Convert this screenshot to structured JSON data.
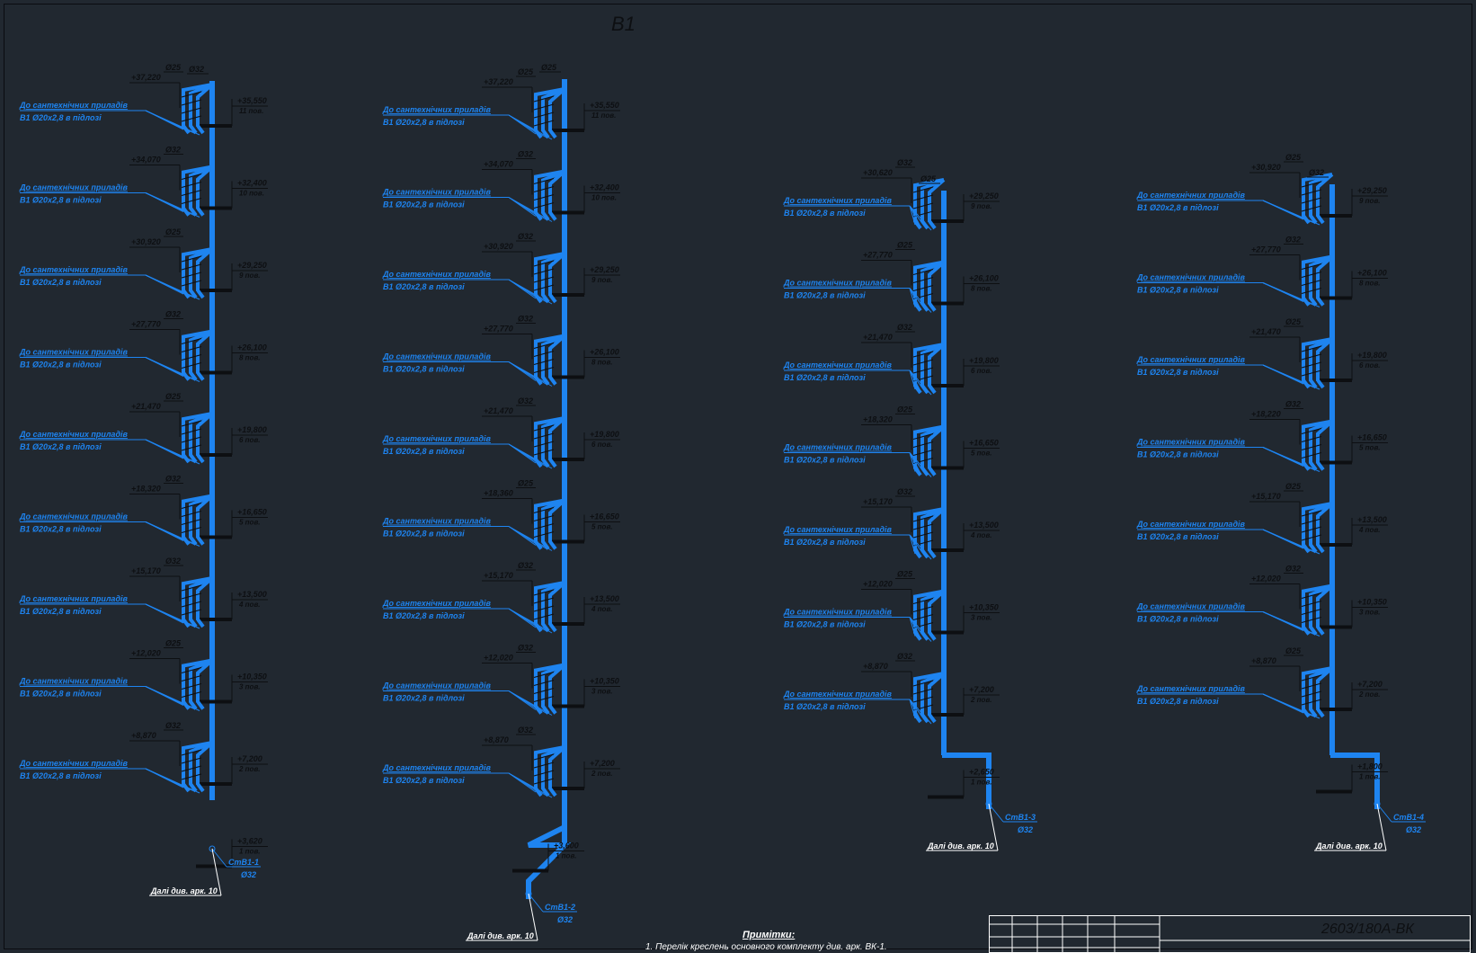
{
  "sheet": {
    "title": "В1",
    "doc_code": "2603/180А-ВК",
    "notes_title": "Примітки:",
    "notes_line1": "1. Перелік креслень основного комплекту див. арк. ВК-1."
  },
  "labels": {
    "branch_line1": "До сантехнічних приладів",
    "branch_line2": "В1 Ø20х2,8 в підлозі",
    "continue_text": "Далі див. арк. 10"
  },
  "colors": {
    "background": "#212830",
    "pipe": "#1e84f0",
    "ink": "#0d0f12",
    "white": "#ffffff"
  },
  "risers": [
    {
      "name": "СтВ1-1",
      "diameter": "Ø32",
      "top_dia": "Ø32",
      "elev_left": [
        "+37,220",
        "+34,070",
        "+30,920",
        "+27,770",
        "+21,470",
        "+18,320",
        "+15,170",
        "+12,020",
        "+8,870"
      ],
      "floors": [
        {
          "elev": "+35,550",
          "floor": "11 пов."
        },
        {
          "elev": "+32,400",
          "floor": "10 пов."
        },
        {
          "elev": "+29,250",
          "floor": "9 пов."
        },
        {
          "elev": "+26,100",
          "floor": "8 пов."
        },
        {
          "elev": "+19,800",
          "floor": "6 пов."
        },
        {
          "elev": "+16,650",
          "floor": "5 пов."
        },
        {
          "elev": "+13,500",
          "floor": "4 пов."
        },
        {
          "elev": "+10,350",
          "floor": "3 пов."
        },
        {
          "elev": "+7,200",
          "floor": "2 пов."
        },
        {
          "elev": "+3,620",
          "floor": "1 пов."
        }
      ],
      "dias": [
        "Ø25",
        "Ø32",
        "Ø25",
        "Ø32",
        "Ø25",
        "Ø32",
        "Ø32"
      ]
    },
    {
      "name": "СтВ1-2",
      "diameter": "Ø32",
      "top_dia": "Ø25",
      "elev_left": [
        "+37,220",
        "+34,070",
        "+30,920",
        "+27,770",
        "+21,470",
        "+18,360",
        "+15,170",
        "+12,020",
        "+8,870"
      ],
      "floors": [
        {
          "elev": "+35,550",
          "floor": "11 пов."
        },
        {
          "elev": "+32,400",
          "floor": "10 пов."
        },
        {
          "elev": "+29,250",
          "floor": "9 пов."
        },
        {
          "elev": "+26,100",
          "floor": "8 пов."
        },
        {
          "elev": "+19,800",
          "floor": "6 пов."
        },
        {
          "elev": "+16,650",
          "floor": "5 пов."
        },
        {
          "elev": "+13,500",
          "floor": "4 пов."
        },
        {
          "elev": "+10,350",
          "floor": "3 пов."
        },
        {
          "elev": "+7,200",
          "floor": "2 пов."
        },
        {
          "elev": "+3,600",
          "floor": "1 пов."
        }
      ],
      "dias": [
        "Ø25",
        "Ø32",
        "Ø32",
        "Ø32",
        "Ø32"
      ]
    },
    {
      "name": "СтВ1-3",
      "diameter": "Ø32",
      "top_dia": "Ø25",
      "elev_right": [
        "+30,620",
        "+27,770",
        "+21,470",
        "+18,320",
        "+15,170",
        "+12,020",
        "+8,870"
      ],
      "floors": [
        {
          "elev": "+29,250",
          "floor": "9 пов."
        },
        {
          "elev": "+26,100",
          "floor": "8 пов."
        },
        {
          "elev": "+19,800",
          "floor": "6 пов."
        },
        {
          "elev": "+16,650",
          "floor": "5 пов."
        },
        {
          "elev": "+13,500",
          "floor": "4 пов."
        },
        {
          "elev": "+10,350",
          "floor": "3 пов."
        },
        {
          "elev": "+7,200",
          "floor": "2 пов."
        },
        {
          "elev": "+2,650",
          "floor": "1 пов."
        }
      ],
      "dias": [
        "Ø32",
        "Ø25",
        "Ø32",
        "Ø25",
        "Ø32",
        "Ø25",
        "Ø32",
        "Ø25",
        "Ø32",
        "Ø25",
        "Ø32",
        "Ø25",
        "Ø32",
        "Ø25"
      ]
    },
    {
      "name": "СтВ1-4",
      "diameter": "Ø32",
      "top_dia": "Ø32",
      "elev_left": [
        "+30,920",
        "+27,770",
        "+21,470",
        "+18,220",
        "+15,170",
        "+12,020",
        "+8,870"
      ],
      "floors": [
        {
          "elev": "+29,250",
          "floor": "9 пов."
        },
        {
          "elev": "+26,100",
          "floor": "8 пов."
        },
        {
          "elev": "+19,800",
          "floor": "6 пов."
        },
        {
          "elev": "+16,650",
          "floor": "5 пов."
        },
        {
          "elev": "+13,500",
          "floor": "4 пов."
        },
        {
          "elev": "+10,350",
          "floor": "3 пов."
        },
        {
          "elev": "+7,200",
          "floor": "2 пов."
        },
        {
          "elev": "+1,800",
          "floor": "1 пов."
        }
      ],
      "dias": [
        "Ø25",
        "Ø32",
        "Ø25",
        "Ø32",
        "Ø25",
        "Ø32",
        "Ø25",
        "Ø32",
        "Ø25",
        "Ø32",
        "Ø25",
        "Ø32",
        "Ø25"
      ]
    }
  ]
}
